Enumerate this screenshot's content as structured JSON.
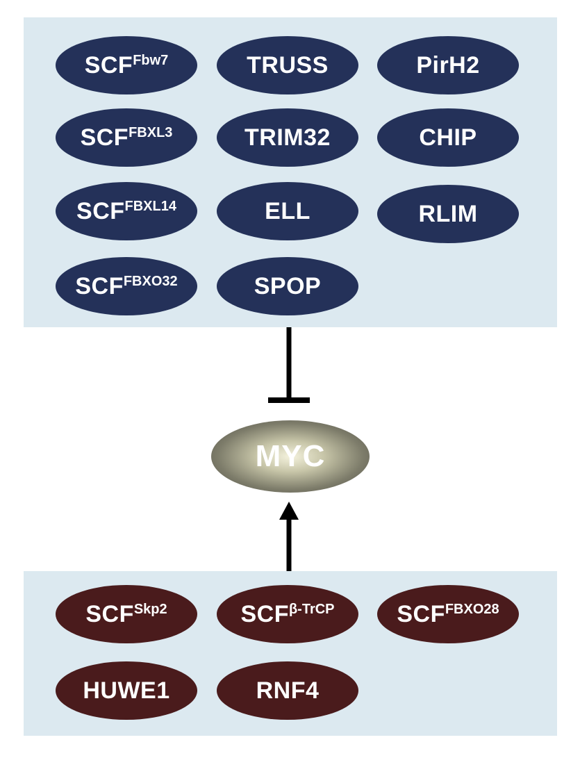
{
  "top_group": {
    "nodes": [
      {
        "base": "SCF",
        "sup": "Fbw7"
      },
      {
        "base": "TRUSS",
        "sup": ""
      },
      {
        "base": "PirH2",
        "sup": ""
      },
      {
        "base": "SCF",
        "sup": "FBXL3"
      },
      {
        "base": "TRIM32",
        "sup": ""
      },
      {
        "base": "CHIP",
        "sup": ""
      },
      {
        "base": "SCF",
        "sup": "FBXL14"
      },
      {
        "base": "ELL",
        "sup": ""
      },
      {
        "base": "RLIM",
        "sup": ""
      },
      {
        "base": "SCF",
        "sup": "FBXO32"
      },
      {
        "base": "SPOP",
        "sup": ""
      }
    ]
  },
  "target": {
    "label": "MYC"
  },
  "bottom_group": {
    "nodes": [
      {
        "base": "SCF",
        "sup": "Skp2"
      },
      {
        "base": "SCF",
        "sup": "β-TrCP"
      },
      {
        "base": "SCF",
        "sup": "FBXO28"
      },
      {
        "base": "HUWE1",
        "sup": ""
      },
      {
        "base": "RNF4",
        "sup": ""
      }
    ]
  },
  "colors": {
    "panel": "#dce9f0",
    "top_node": "#243159",
    "bottom_node": "#4a1b1c",
    "connector": "#000000"
  }
}
